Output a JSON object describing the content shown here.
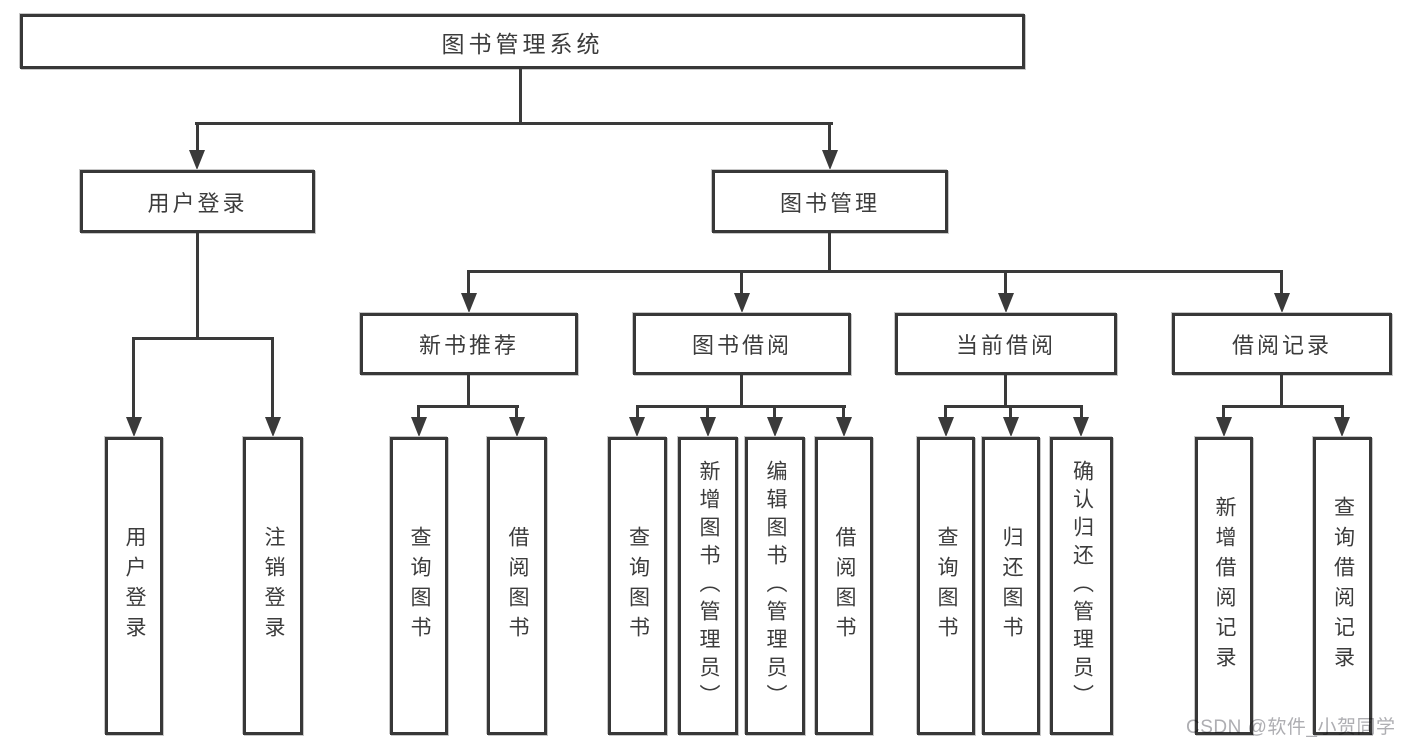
{
  "diagram": {
    "root": {
      "label": "图书管理系统"
    },
    "level2": {
      "user_login": {
        "label": "用户登录"
      },
      "book_mgmt": {
        "label": "图书管理"
      }
    },
    "level3": {
      "new_book_rec": {
        "label": "新书推荐"
      },
      "book_borrow": {
        "label": "图书借阅"
      },
      "current_borrow": {
        "label": "当前借阅"
      },
      "borrow_records": {
        "label": "借阅记录"
      }
    },
    "leaves": {
      "user_login_leaf": {
        "label": "用户登录"
      },
      "logout": {
        "label": "注销登录"
      },
      "query_books_1": {
        "label": "查询图书"
      },
      "borrow_books_1": {
        "label": "借阅图书"
      },
      "query_books_2": {
        "label": "查询图书"
      },
      "add_books": {
        "label": "新增图书（管理员）"
      },
      "edit_books": {
        "label": "编辑图书（管理员）"
      },
      "borrow_books_2": {
        "label": "借阅图书"
      },
      "query_books_3": {
        "label": "查询图书"
      },
      "return_books": {
        "label": "归还图书"
      },
      "confirm_return": {
        "label": "确认归还（管理员）"
      },
      "add_borrow_record": {
        "label": "新增借阅记录"
      },
      "query_borrow_record": {
        "label": "查询借阅记录"
      }
    },
    "watermark": "CSDN @软件_小贺同学",
    "colors": {
      "line": "#3a3a3a",
      "text": "#3c3c3c",
      "box_background": "#ffffff",
      "watermark": "#aeaeb2",
      "background": "#ffffff"
    }
  }
}
